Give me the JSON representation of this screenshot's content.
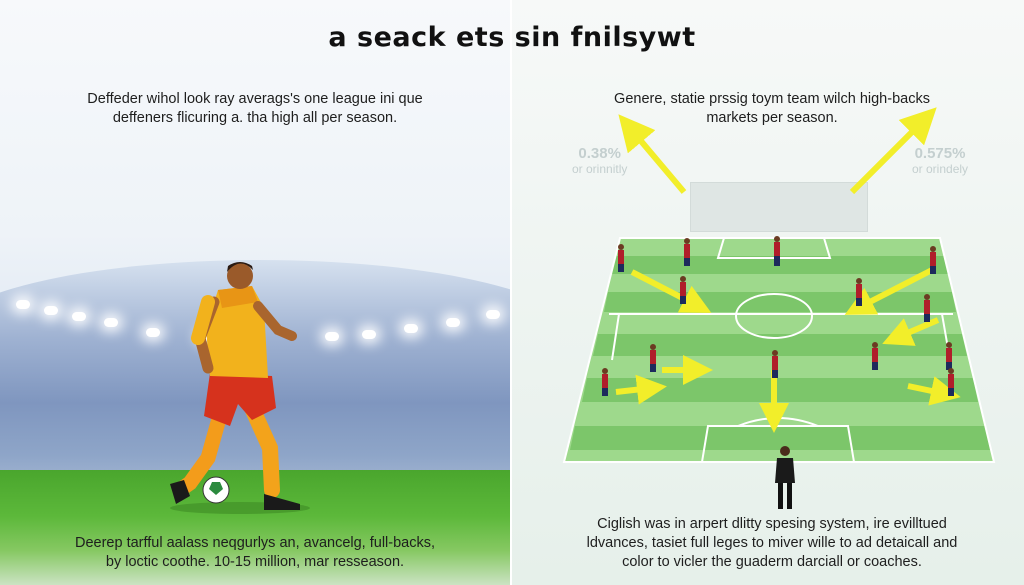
{
  "header": {
    "title": "a seack ets sin fnilsywt"
  },
  "left": {
    "top_text_1": "Deffeder wihol look ray averags's one league ini que",
    "top_text_2": "deffeners flicuring a. tha high all per season.",
    "bottom_text_1": "Deerep tarfful aalass neqgurlys an, avancelg, full-backs,",
    "bottom_text_2": "by loctic coothe. 10-15 million, mar resseason."
  },
  "right": {
    "top_text_1": "Genere, statie prssig toym team wilch high-backs",
    "top_text_2": "markets per season.",
    "stat_left_value": "0.38%",
    "stat_left_label": "or orinnitly",
    "stat_right_value": "0.575%",
    "stat_right_label": "or orindely",
    "bottom_text_1": "Ciglish was in arpert dlitty spesing system, ire evilltued",
    "bottom_text_2": "ldvances, tasiet full leges to miver wille to ad detaicall and",
    "bottom_text_3": "color to vicler the guaderm darciall or coaches."
  },
  "colors": {
    "pitch_light": "#9ed98c",
    "pitch_dark": "#7cc66a",
    "arrow_yellow": "#f2ee2a",
    "kit_red": "#b01e2a",
    "kit_navy": "#1d2a5c"
  }
}
